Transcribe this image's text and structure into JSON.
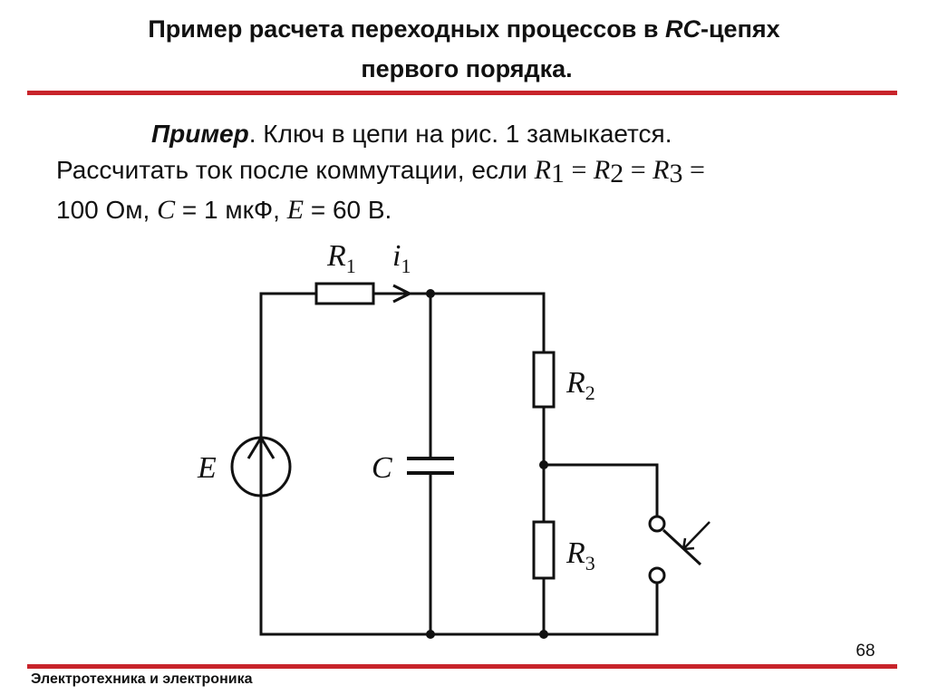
{
  "slide": {
    "title_line1": "Пример расчета переходных процессов в ",
    "title_rc": "RC",
    "title_line1_end": "-цепях",
    "title_line2": "первого порядка.",
    "page_number": "68",
    "footer": "Электротехника и электроника"
  },
  "problem": {
    "lead": "Пример",
    "line1_rest": ". Ключ в цепи на рис. 1 замыкается.",
    "line2_text": "Рассчитать ток  после коммутации, если ",
    "r1": "R",
    "r1_sub": "1",
    "r2": "R",
    "r2_sub": "2",
    "r3": "R",
    "r3_sub": "3",
    "eq": " = ",
    "line3_value": "100 Ом",
    "comma1": ", ",
    "c_sym": "C",
    "c_value": " = 1 мкФ, ",
    "e_sym": "E",
    "e_value": " = 60 В."
  },
  "circuit": {
    "labels": {
      "r1": "R",
      "r1_sub": "1",
      "i1": "i",
      "i1_sub": "1",
      "r2": "R",
      "r2_sub": "2",
      "r3": "R",
      "r3_sub": "3",
      "e": "E",
      "c": "C"
    }
  },
  "colors": {
    "accent_rule": "#c8242b",
    "text": "#111111",
    "background": "#ffffff"
  }
}
